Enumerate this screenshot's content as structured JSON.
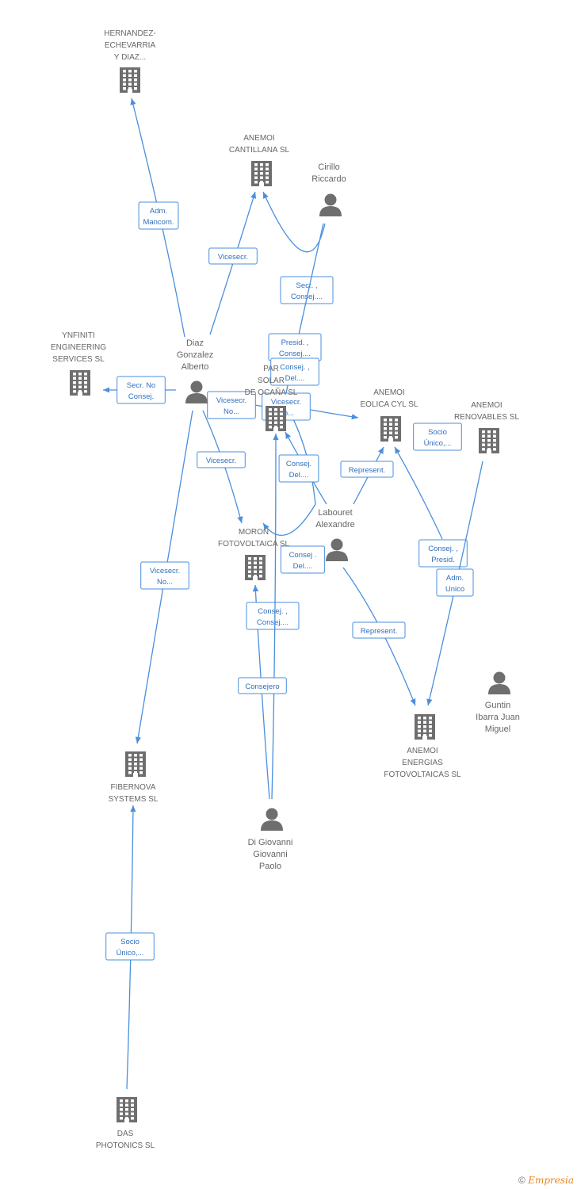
{
  "colors": {
    "edge": "#4a8fdd",
    "edge_text": "#2f6fbf",
    "icon": "#6e6e6e",
    "label": "#666666"
  },
  "nodes": [
    {
      "id": "hernandez",
      "type": "company",
      "lines": [
        "HERNANDEZ-",
        "ECHEVARRIA",
        "Y DIAZ..."
      ]
    },
    {
      "id": "cantillana",
      "type": "company",
      "lines": [
        "ANEMOI",
        "CANTILLANA SL"
      ]
    },
    {
      "id": "cirillo",
      "type": "person",
      "lines": [
        "Cirillo",
        "Riccardo"
      ]
    },
    {
      "id": "ynfiniti",
      "type": "company",
      "lines": [
        "YNFINITI",
        "ENGINEERING",
        "SERVICES SL"
      ]
    },
    {
      "id": "diaz",
      "type": "person",
      "lines": [
        "Diaz",
        "Gonzalez",
        "Alberto"
      ]
    },
    {
      "id": "parque",
      "type": "company",
      "lines": [
        "PAR",
        "SOLAR",
        "DE OCAÑA SL"
      ]
    },
    {
      "id": "eolica",
      "type": "company",
      "lines": [
        "ANEMOI",
        "EOLICA CYL  SL"
      ]
    },
    {
      "id": "renovables",
      "type": "company",
      "lines": [
        "ANEMOI",
        "RENOVABLES SL"
      ]
    },
    {
      "id": "moron",
      "type": "company",
      "lines": [
        "MORON",
        "FOTOVOLTAICA SL"
      ]
    },
    {
      "id": "labouret",
      "type": "person",
      "lines": [
        "Labouret",
        "Alexandre"
      ]
    },
    {
      "id": "guntin",
      "type": "person",
      "lines": [
        "Guntin",
        "Ibarra Juan",
        "Miguel"
      ]
    },
    {
      "id": "energias",
      "type": "company",
      "lines": [
        "ANEMOI",
        "ENERGIAS",
        "FOTOVOLTAICAS SL"
      ]
    },
    {
      "id": "fibernova",
      "type": "company",
      "lines": [
        "FIBERNOVA",
        "SYSTEMS SL"
      ]
    },
    {
      "id": "digiovanni",
      "type": "person",
      "lines": [
        "Di Giovanni",
        "Giovanni",
        "Paolo"
      ]
    },
    {
      "id": "das",
      "type": "company",
      "lines": [
        "DAS",
        "PHOTONICS SL"
      ]
    }
  ],
  "edges": [
    {
      "from": "diaz",
      "to": "hernandez",
      "label": [
        "Adm.",
        "Mancom."
      ]
    },
    {
      "from": "diaz",
      "to": "cantillana",
      "label": [
        "Vicesecr."
      ]
    },
    {
      "from": "cirillo",
      "to": "cantillana",
      "label": [
        "Secr. ,",
        "Consej...."
      ]
    },
    {
      "from": "cirillo",
      "to": "parque",
      "label": [
        "Presid. ,",
        "Consej...."
      ]
    },
    {
      "from": "labouret",
      "to": "parque",
      "label": [
        "Consej. ,",
        "Del...."
      ]
    },
    {
      "from": "diaz",
      "to": "ynfiniti",
      "label": [
        "Secr.  No",
        "Consej."
      ]
    },
    {
      "from": "diaz",
      "to": "parque",
      "label": [
        "Vicesecr.",
        "No..."
      ]
    },
    {
      "from": "diaz",
      "to": "eolica",
      "label": [
        "Vicesecr.",
        "No..."
      ]
    },
    {
      "from": "diaz",
      "to": "moron",
      "label": [
        "Vicesecr."
      ]
    },
    {
      "from": "diaz",
      "to": "fibernova",
      "label": [
        "Vicesecr.",
        "No..."
      ]
    },
    {
      "from": "labouret",
      "to": "parque",
      "label": [
        "Consej.",
        "Del...."
      ]
    },
    {
      "from": "labouret",
      "to": "moron",
      "label": [
        "Consej .",
        "Del...."
      ]
    },
    {
      "from": "labouret",
      "to": "eolica",
      "label": [
        "Represent."
      ]
    },
    {
      "from": "labouret",
      "to": "energias",
      "label": [
        "Represent."
      ]
    },
    {
      "from": "renovables",
      "to": "eolica",
      "label": [
        "Socio",
        "Único,..."
      ]
    },
    {
      "from": "guntin",
      "to": "eolica",
      "label": [
        "Consej. ,",
        "Presid."
      ]
    },
    {
      "from": "renovables",
      "to": "energias",
      "label": [
        "Adm.",
        "Unico"
      ]
    },
    {
      "from": "digiovanni",
      "to": "moron",
      "label": [
        "Consej. ,",
        "Consej...."
      ]
    },
    {
      "from": "digiovanni",
      "to": "parque",
      "label": [
        "Consejero"
      ]
    },
    {
      "from": "das",
      "to": "fibernova",
      "label": [
        "Socio",
        "Único,..."
      ]
    }
  ],
  "footer": {
    "copyright": "©",
    "brand": "Empresia"
  }
}
